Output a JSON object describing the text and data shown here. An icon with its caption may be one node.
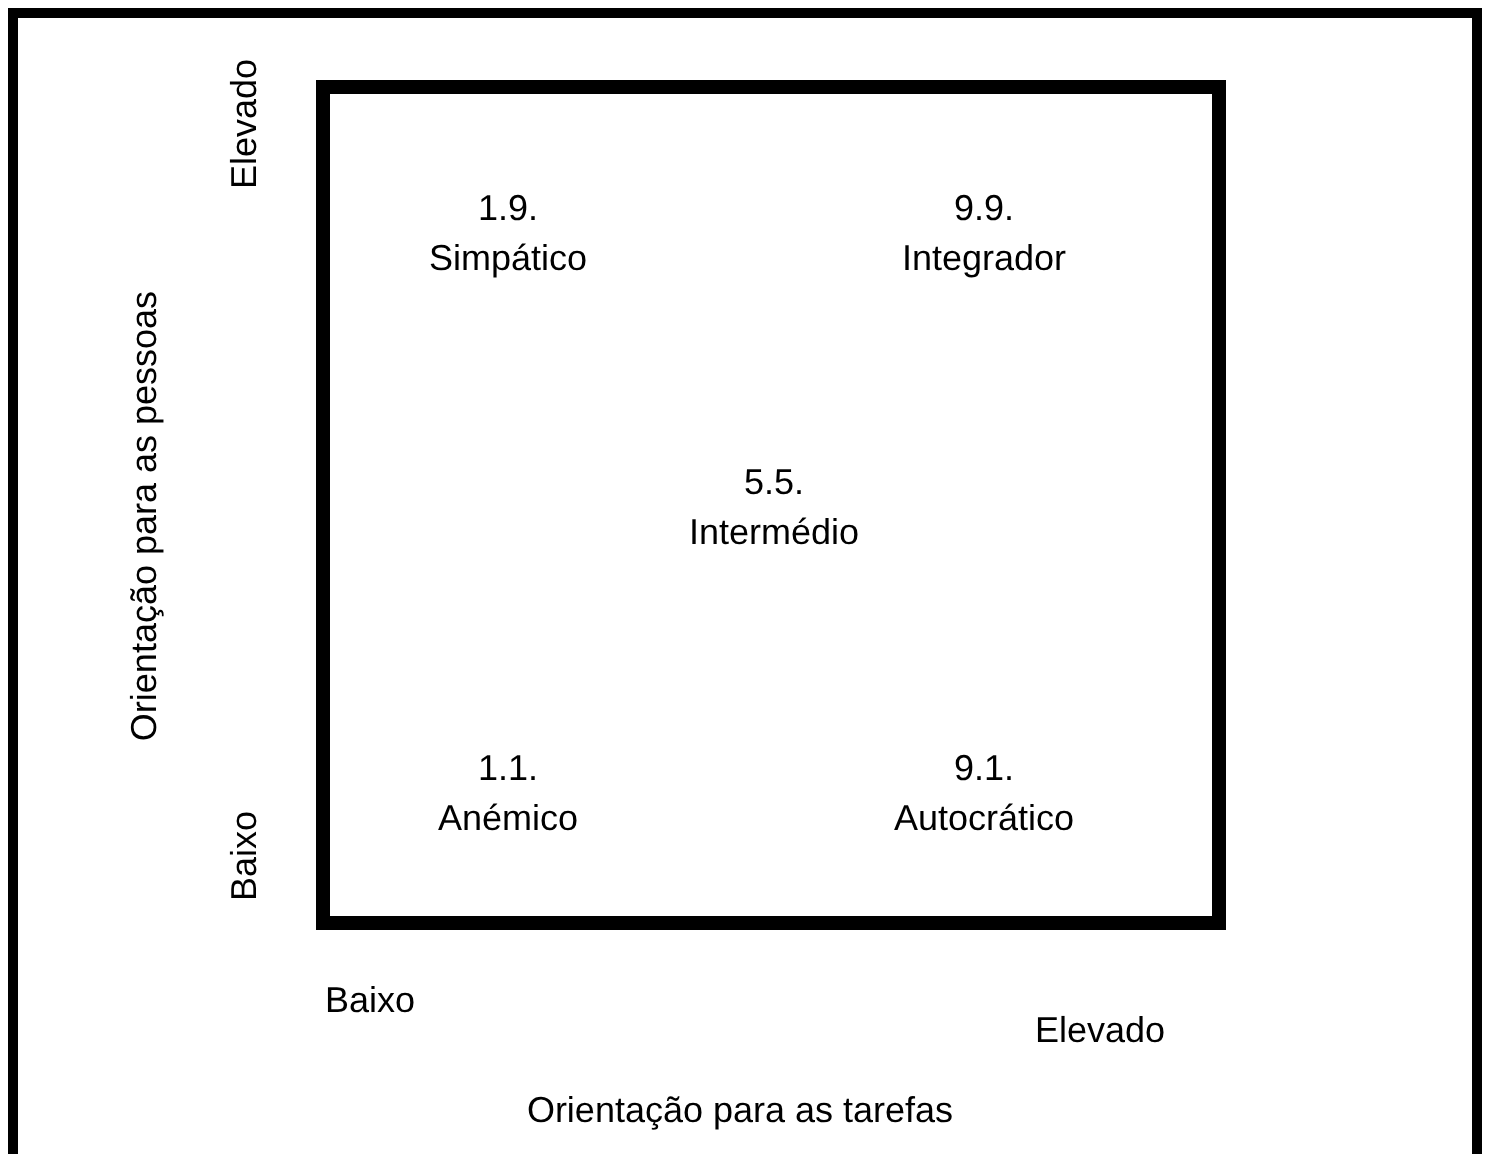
{
  "diagram": {
    "nodes": [
      {
        "text": [
          "1.9. Simpático",
          "9.9. Integrador",
          "5.5. Intermédio",
          "1.1. Anémico",
          "9.1. Autocrático"
        ]
      }
    ],
    "labels": [
      "Elevado",
      "Orientação para as pessoas",
      "Baixo",
      "Baixo",
      "Elevado",
      "Orientação para as tarefas"
    ]
  }
}
